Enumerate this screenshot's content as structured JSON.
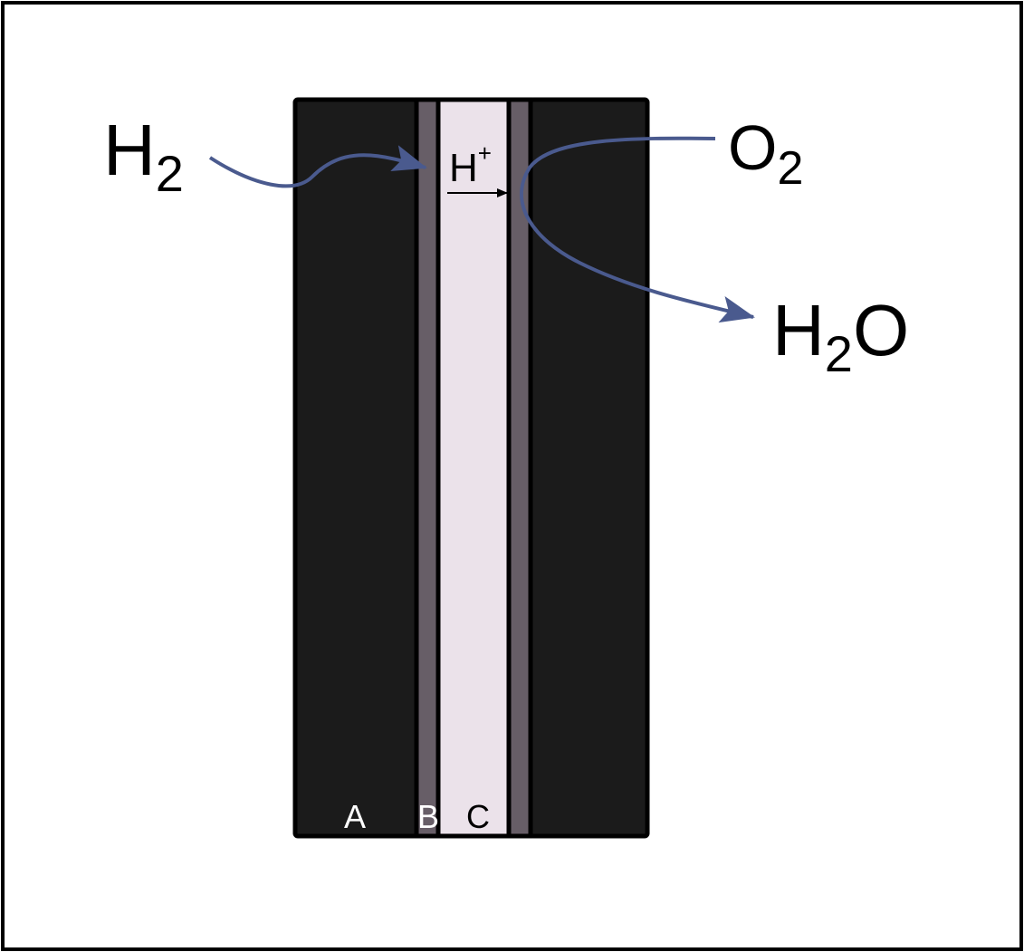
{
  "colors": {
    "frame": "#000000",
    "electrode": "#1b1b1b",
    "catalyst_layer": "#675e67",
    "membrane": "#ebe2ea",
    "flow_arrow": "#4a5a8e",
    "label_dark": "#000000",
    "label_light": "#ffffff"
  },
  "species": {
    "hydrogen": {
      "base": "H",
      "sub": "2"
    },
    "oxygen": {
      "base": "O",
      "sub": "2"
    },
    "water": {
      "base": "H",
      "sub": "2",
      "tail": "O"
    },
    "proton": {
      "base": "H",
      "sup": "+"
    }
  },
  "layers": {
    "a": "A",
    "b": "B",
    "c": "C"
  }
}
